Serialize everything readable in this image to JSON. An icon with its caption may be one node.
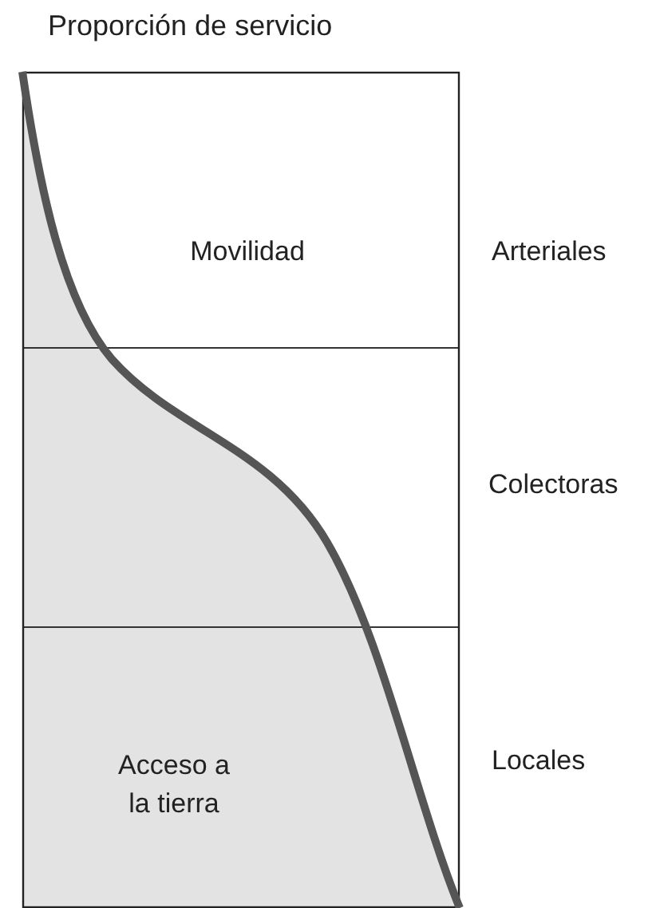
{
  "diagram": {
    "title": "Proporción de servicio",
    "labels": [
      "Movilidad",
      "Arteriales",
      "Colectoras",
      "Acceso a la tierra",
      "Locales"
    ]
  }
}
